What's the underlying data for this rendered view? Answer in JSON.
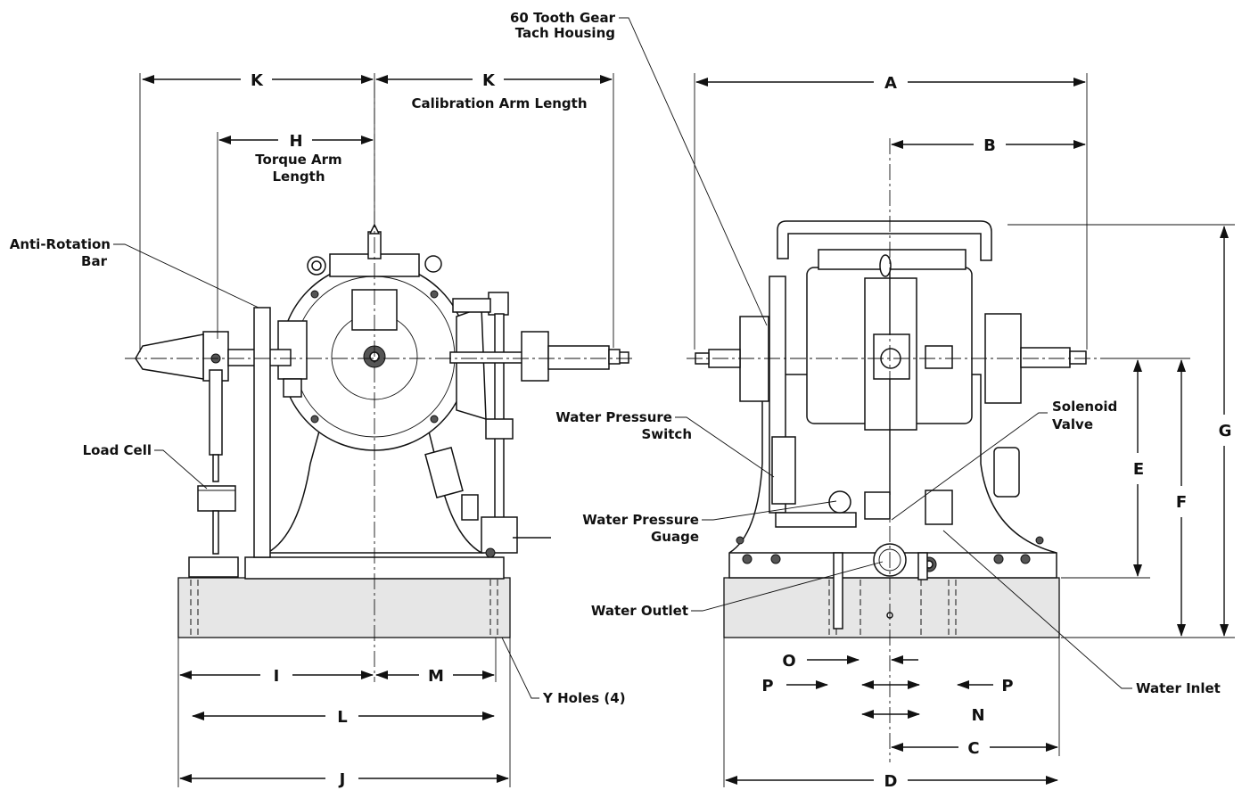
{
  "labels": {
    "gear": [
      "60 Tooth Gear",
      "Tach Housing"
    ],
    "calibration_arm": "Calibration Arm Length",
    "torque_arm": [
      "Torque Arm",
      "Length"
    ],
    "anti_rotation": [
      "Anti-Rotation",
      "Bar"
    ],
    "load_cell": "Load Cell",
    "water_pressure_switch": [
      "Water Pressure",
      "Switch"
    ],
    "water_pressure_gauge": [
      "Water Pressure",
      "Guage"
    ],
    "water_outlet": "Water Outlet",
    "solenoid_valve": [
      "Solenoid",
      "Valve"
    ],
    "water_inlet": "Water Inlet",
    "y_holes": "Y Holes (4)"
  },
  "dimensions": {
    "K": "K",
    "H": "H",
    "I": "I",
    "M": "M",
    "L": "L",
    "J": "J",
    "A": "A",
    "B": "B",
    "C": "C",
    "D": "D",
    "E": "E",
    "F": "F",
    "G": "G",
    "N": "N",
    "O": "O",
    "P": "P"
  }
}
